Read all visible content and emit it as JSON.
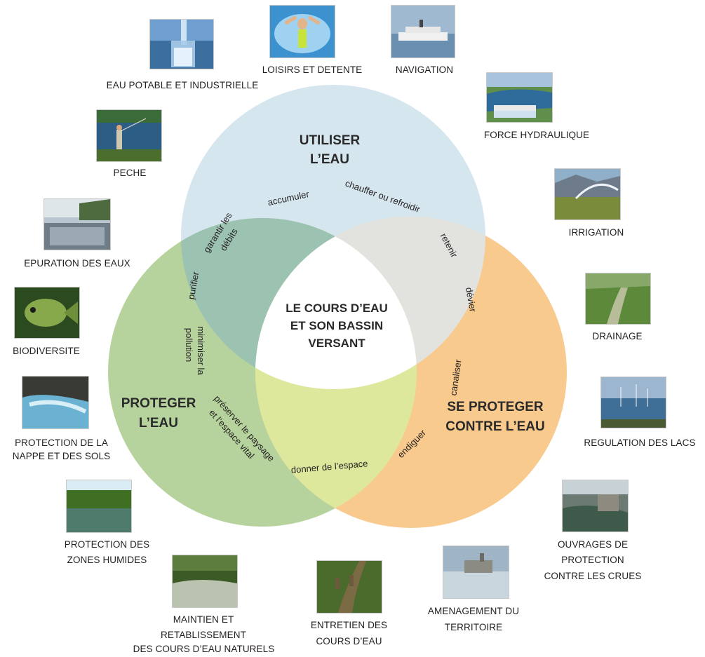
{
  "circles": {
    "top": {
      "title_line1": "UTILISER",
      "title_line2": "L’EAU",
      "color": "#cfe0ea"
    },
    "left": {
      "title_line1": "PROTEGER",
      "title_line2": "L’EAU",
      "color": "#b5d19a"
    },
    "right": {
      "title_line1": "SE PROTEGER",
      "title_line2": "CONTRE L’EAU",
      "color": "#f9c98c"
    },
    "center": {
      "line1": "LE COURS D’EAU",
      "line2": "ET SON BASSIN",
      "line3": "VERSANT"
    }
  },
  "verbs": {
    "accumuler": "accumuler",
    "chauffer": "chauffer ou refroidir",
    "retenir": "retenir",
    "devier": "dévier",
    "garantir1": "garantir les",
    "garantir2": "débits",
    "purifier": "purifier",
    "minimiser1": "minimiser la",
    "minimiser2": "pollution",
    "preserver1": "préserver le paysage",
    "preserver2": "et l’espace vital",
    "donner": "donner de l’espace",
    "endiguer": "endiguer",
    "canaliser": "canaliser"
  },
  "items": {
    "eau_potable": "EAU POTABLE ET INDUSTRIELLE",
    "loisirs": "LOISIRS ET DETENTE",
    "navigation": "NAVIGATION",
    "force": "FORCE HYDRAULIQUE",
    "peche": "PECHE",
    "irrigation": "IRRIGATION",
    "epuration": "EPURATION DES EAUX",
    "drainage": "DRAINAGE",
    "biodiversite": "BIODIVERSITE",
    "nappe1": "PROTECTION DE LA",
    "nappe2": "NAPPE ET DES SOLS",
    "regulation": "REGULATION DES LACS",
    "zones1": "PROTECTION DES",
    "zones2": "ZONES HUMIDES",
    "ouvrages1": "OUVRAGES DE",
    "ouvrages2": "PROTECTION",
    "ouvrages3": "CONTRE LES CRUES",
    "amenagement1": "AMENAGEMENT DU",
    "amenagement2": "TERRITOIRE",
    "entretien1": "ENTRETIEN DES",
    "entretien2": "COURS D’EAU",
    "maintien1": "MAINTIEN ET",
    "maintien2": "RETABLISSEMENT",
    "maintien3": "DES COURS D’EAU NATURELS"
  }
}
